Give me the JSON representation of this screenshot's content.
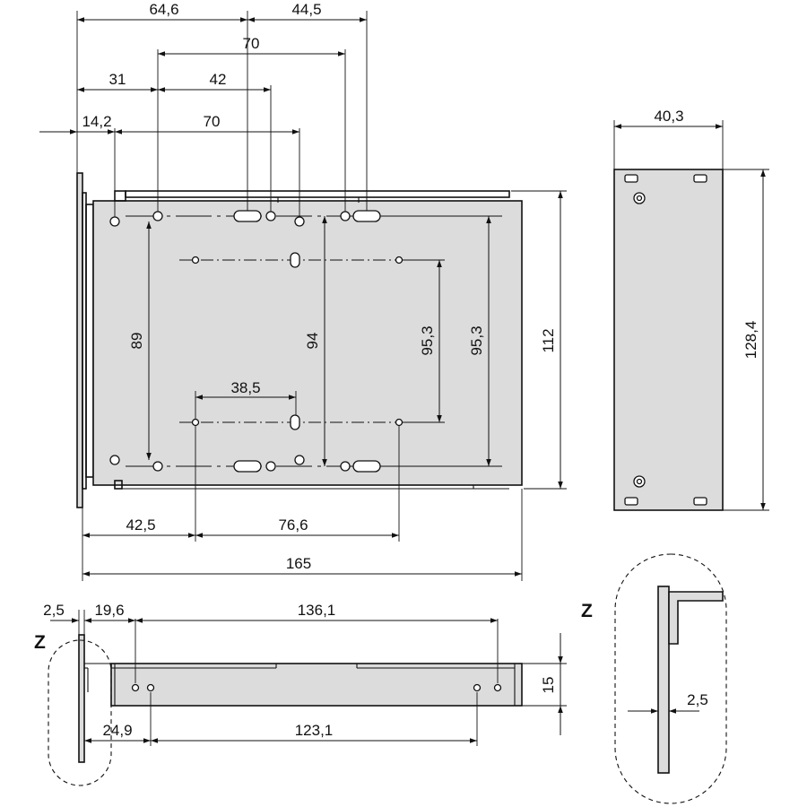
{
  "dimensions": {
    "top_64_6": "64,6",
    "top_44_5": "44,5",
    "top_70_upper": "70",
    "top_31": "31",
    "top_42": "42",
    "left_14_2": "14,2",
    "top_70_lower": "70",
    "vert_89": "89",
    "vert_94": "94",
    "vert_95_3_inner": "95,3",
    "vert_95_3_outer": "95,3",
    "vert_112": "112",
    "inner_38_5": "38,5",
    "bottom_42_5": "42,5",
    "bottom_76_6": "76,6",
    "bottom_165": "165",
    "side_40_3": "40,3",
    "side_128_4": "128,4",
    "lower_2_5": "2,5",
    "lower_19_6": "19,6",
    "lower_136_1": "136,1",
    "lower_15": "15",
    "lower_24_9": "24,9",
    "lower_123_1": "123,1",
    "detail_2_5": "2,5"
  },
  "labels": {
    "detail_z_left": "Z",
    "detail_z_right": "Z"
  },
  "colors": {
    "line": "#111111",
    "panel_fill": "#dcdcdc",
    "background": "#ffffff"
  }
}
